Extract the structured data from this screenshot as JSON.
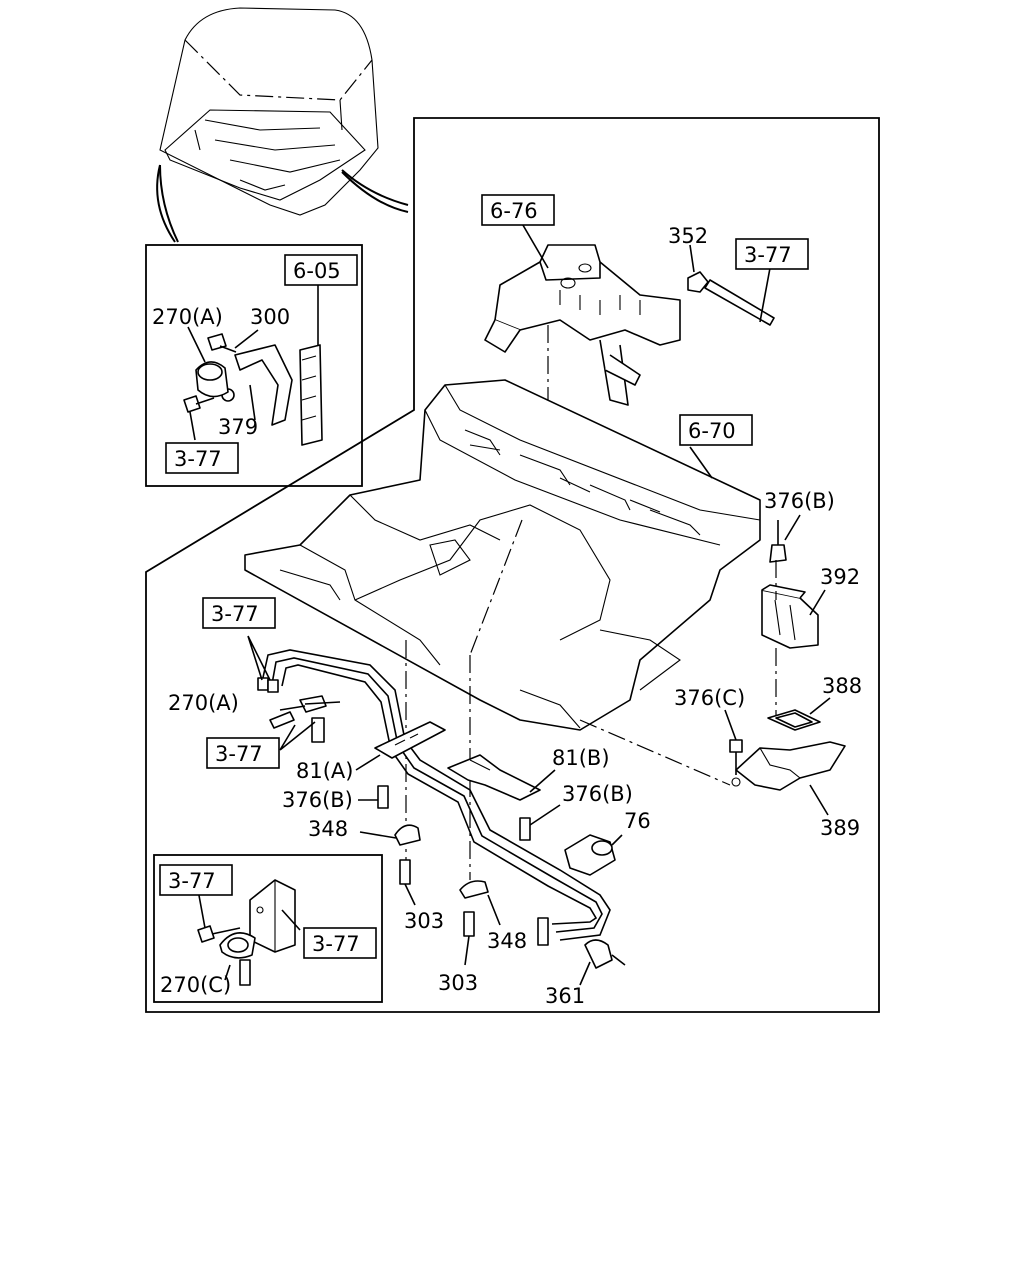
{
  "labels": {
    "l_6_76": "6-76",
    "l_352": "352",
    "l_3_77_top": "3-77",
    "l_6_05": "6-05",
    "l_270a_inset": "270(A)",
    "l_300": "300",
    "l_379": "379",
    "l_3_77_inset": "3-77",
    "l_6_70": "6-70",
    "l_376b_top": "376(B)",
    "l_392": "392",
    "l_3_77_left": "3-77",
    "l_270a_main": "270(A)",
    "l_3_77_left2": "3-77",
    "l_81a": "81(A)",
    "l_376b_left": "376(B)",
    "l_348_left": "348",
    "l_81b": "81(B)",
    "l_376b_mid": "376(B)",
    "l_76": "76",
    "l_376c": "376(C)",
    "l_388": "388",
    "l_389": "389",
    "l_303_a": "303",
    "l_348_mid": "348",
    "l_303_b": "303",
    "l_361": "361",
    "l_3_77_bl1": "3-77",
    "l_3_77_bl2": "3-77",
    "l_270c": "270(C)"
  }
}
